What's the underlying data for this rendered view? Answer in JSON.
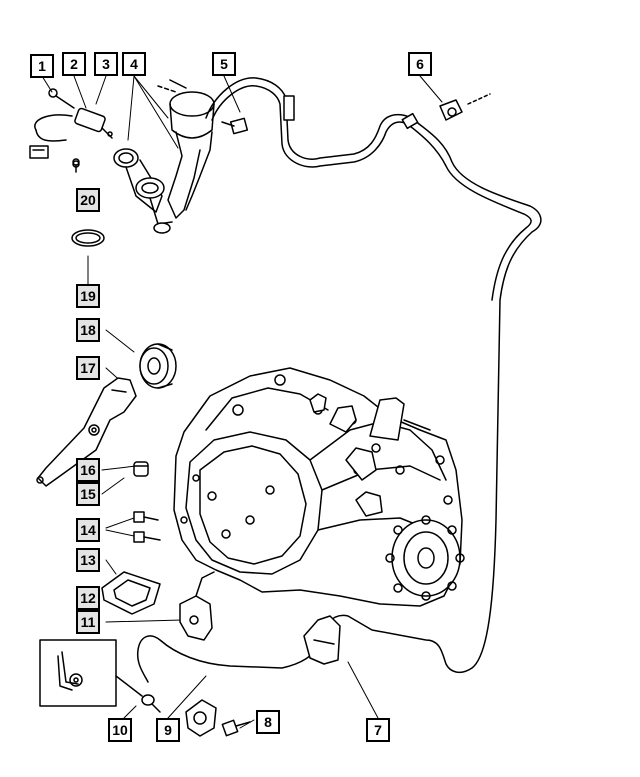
{
  "diagram": {
    "callouts": [
      {
        "id": "c1",
        "label": "1"
      },
      {
        "id": "c2",
        "label": "2"
      },
      {
        "id": "c3",
        "label": "3"
      },
      {
        "id": "c4",
        "label": "4"
      },
      {
        "id": "c5",
        "label": "5"
      },
      {
        "id": "c6",
        "label": "6"
      },
      {
        "id": "c7",
        "label": "7"
      },
      {
        "id": "c8",
        "label": "8"
      },
      {
        "id": "c9",
        "label": "9"
      },
      {
        "id": "c10",
        "label": "10"
      },
      {
        "id": "c11",
        "label": "11"
      },
      {
        "id": "c12",
        "label": "12"
      },
      {
        "id": "c13",
        "label": "13"
      },
      {
        "id": "c14",
        "label": "14"
      },
      {
        "id": "c15",
        "label": "15"
      },
      {
        "id": "c16",
        "label": "16"
      },
      {
        "id": "c17",
        "label": "17"
      },
      {
        "id": "c18",
        "label": "18"
      },
      {
        "id": "c19",
        "label": "19"
      },
      {
        "id": "c20",
        "label": "20"
      }
    ],
    "colors": {
      "ink": "#000000",
      "paper": "#ffffff",
      "shade": "#e4e4e4"
    }
  }
}
